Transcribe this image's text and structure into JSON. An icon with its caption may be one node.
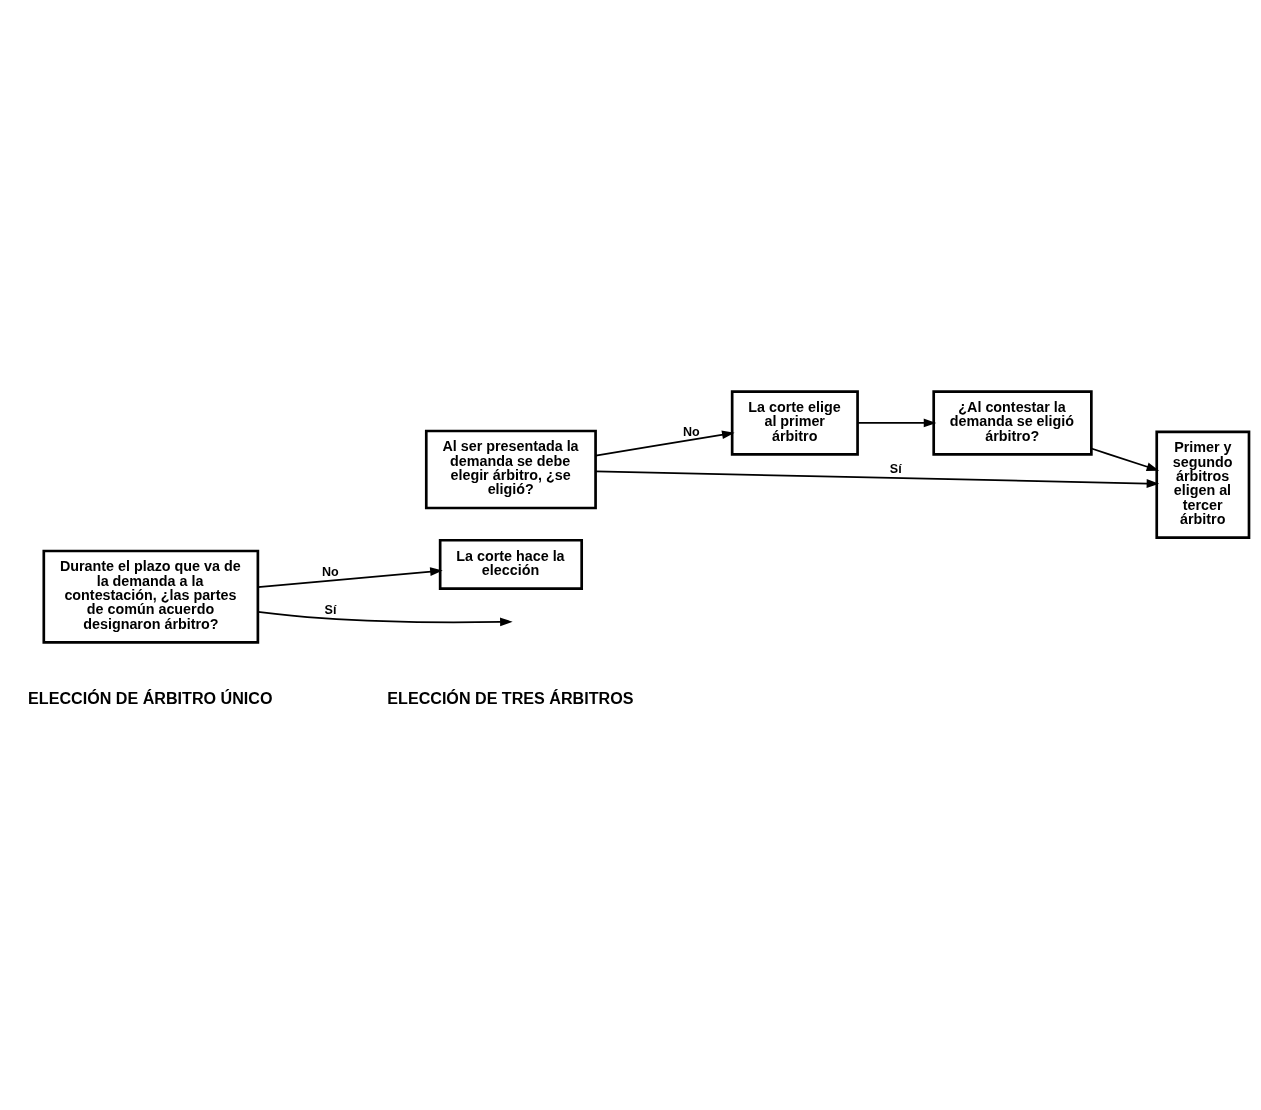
{
  "diagram": {
    "nodes": [
      {
        "text": [
          "Durante el plazo que va de la demanda a la contestación, ¿las partes de común acuerdo designaron árbitro?"
        ]
      },
      {
        "text": [
          "La corte hace la elección"
        ]
      },
      {
        "text": [
          "Al ser presentada la demanda se debe elegir árbitro, ¿se eligió?"
        ]
      },
      {
        "text": [
          "¿Al contestar la demanda se eligió árbitro?"
        ]
      },
      {
        "text": [
          "La corte elige al primer árbitro"
        ]
      },
      {
        "text": [
          "Primer y segundo árbitros eligen al tercer árbitro"
        ]
      }
    ],
    "edges": [
      {
        "from": 0,
        "to": null,
        "arrow": "to",
        "label": "Sí"
      },
      {
        "from": 0,
        "to": 1,
        "arrow": "to",
        "label": "No"
      },
      {
        "from": 2,
        "to": 5,
        "arrow": "to",
        "label": "Sí"
      },
      {
        "from": 2,
        "to": 4,
        "arrow": "to",
        "label": "No"
      },
      {
        "from": 3,
        "to": 5,
        "arrow": "to"
      },
      {
        "from": 4,
        "to": 3,
        "arrow": "to"
      }
    ],
    "labels": [
      "ELECCIÓN DE ÁRBITRO ÚNICO",
      "ELECCIÓN DE TRES ÁRBITROS"
    ]
  }
}
